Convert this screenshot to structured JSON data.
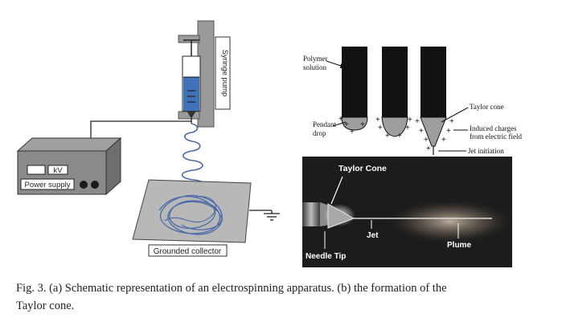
{
  "figure": {
    "panel_a": {
      "syringe_pump_label": "Syringe pump",
      "power_supply_label": "Power supply",
      "kv_label": "kV",
      "collector_label": "Grounded collector"
    },
    "panel_b": {
      "polymer_solution_line1": "Polymer",
      "polymer_solution_line2": "solution",
      "pendant_drop_line1": "Pendant",
      "pendant_drop_line2": "drop",
      "taylor_cone_label": "Taylor cone",
      "induced_charges_line1": "Induced charges",
      "induced_charges_line2": "from electric field",
      "jet_initiation_label": "Jet initiation"
    },
    "photo": {
      "taylor_cone_label": "Taylor Cone",
      "jet_label": "Jet",
      "plume_label": "Plume",
      "needle_tip_label": "Needle Tip"
    },
    "caption_line1": "Fig. 3. (a) Schematic representation of an electrospinning apparatus. (b) the formation of the",
    "caption_line2": "Taylor cone."
  },
  "colors": {
    "pump_gray": "#9a9a9a",
    "power_supply_gray": "#8a8a8a",
    "solution_blue": "#3f72b8",
    "fiber_blue": "#4a6aa8",
    "collector_gray": "#b8b8b8",
    "nozzle_black": "#111111",
    "drop_gray": "#9e9e9e"
  }
}
